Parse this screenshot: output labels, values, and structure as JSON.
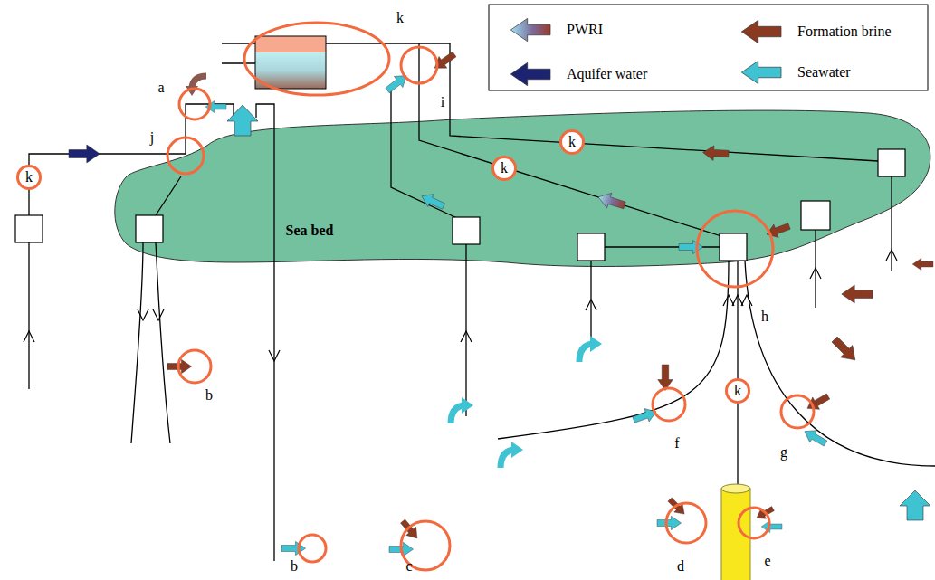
{
  "diagram": {
    "nodes": [
      {
        "text": [
          "k"
        ]
      },
      {
        "text": [
          "k"
        ]
      },
      {
        "text": [
          "k"
        ]
      },
      {
        "text": [
          "k"
        ]
      }
    ],
    "labels": [
      "k",
      "a",
      "i",
      "j",
      "Sea bed",
      "b",
      "h",
      "f",
      "g",
      "b",
      "c",
      "d",
      "e"
    ],
    "legend": [
      {
        "text": "PWRI"
      },
      {
        "text": "Aquifer water",
        "color": "#1c2472"
      },
      {
        "text": "Formation brine",
        "color": "#8b3a22"
      },
      {
        "text": "Seawater",
        "color": "#3fc3d2"
      }
    ]
  }
}
